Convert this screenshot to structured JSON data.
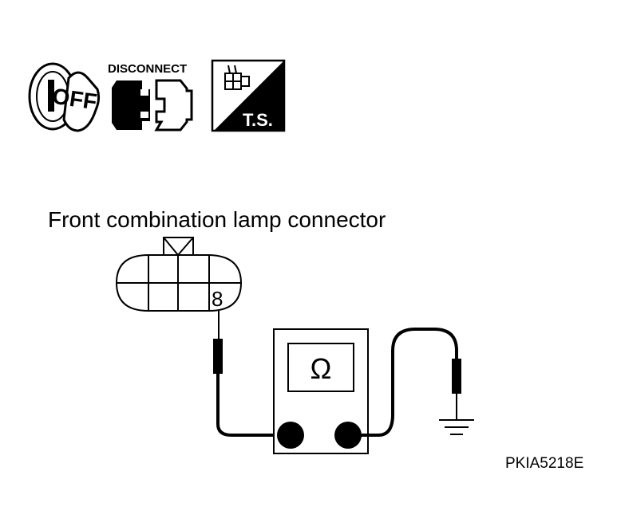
{
  "icons": {
    "ignition": {
      "label": "OFF",
      "icon": "ignition-key-off-icon"
    },
    "disconnect": {
      "label": "DISCONNECT",
      "icon": "connector-disconnect-icon"
    },
    "tester": {
      "label": "T.S.",
      "icon": "terminal-tester-icon"
    }
  },
  "diagram": {
    "connector_title": "Front combination lamp connector",
    "terminal_number": "8",
    "meter_symbol": "Ω",
    "figure_code": "PKIA5218E"
  },
  "colors": {
    "ink": "#000000",
    "paper": "#ffffff"
  }
}
